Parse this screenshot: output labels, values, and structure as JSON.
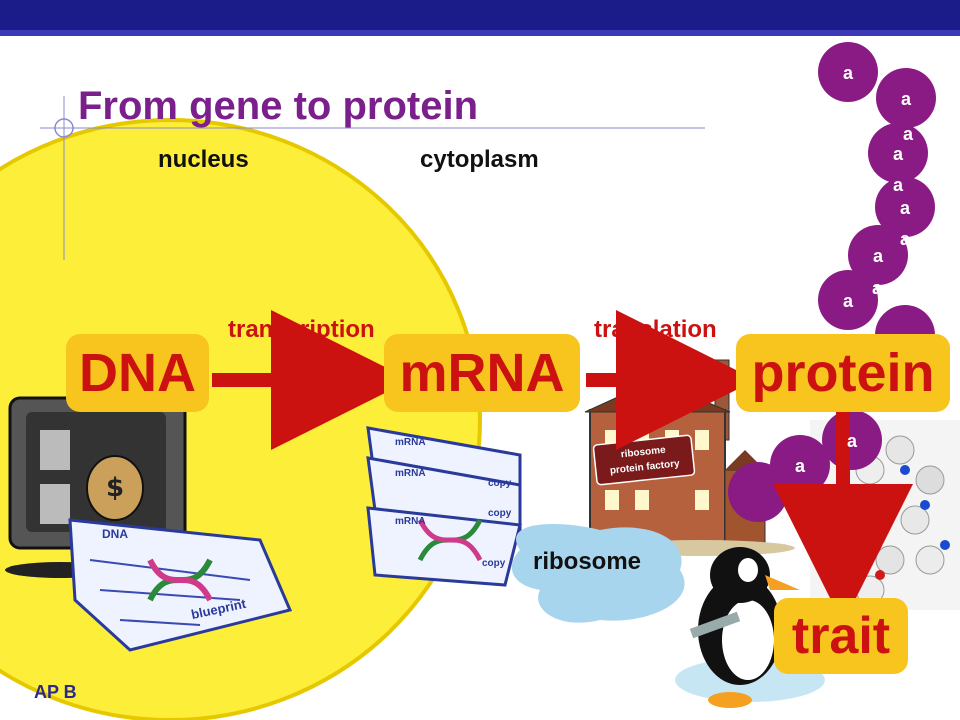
{
  "title": "From gene to protein",
  "regions": {
    "nucleus": "nucleus",
    "cytoplasm": "cytoplasm"
  },
  "processes": {
    "transcription": "transcription",
    "translation": "translation"
  },
  "boxes": {
    "dna": "DNA",
    "mrna": "mRNA",
    "protein": "protein",
    "trait": "trait"
  },
  "ribosome": "ribosome",
  "factory_sign": {
    "line1": "ribosome",
    "line2": "protein factory"
  },
  "blueprint": {
    "dna_tag": "DNA",
    "word": "blueprint"
  },
  "mrna_copies": {
    "tag": "mRNA",
    "copy": "copy"
  },
  "amino_acid_letter": "a",
  "footer": "AP B",
  "colors": {
    "topbar": "#1b1b8a",
    "title": "#7a1f8c",
    "nucleus": "#fdee3a",
    "box": "#f7c51e",
    "box_text": "#cc1111",
    "arrow": "#cc1111",
    "bead": "#8b1b84",
    "ribosome": "#a8d5ee"
  }
}
